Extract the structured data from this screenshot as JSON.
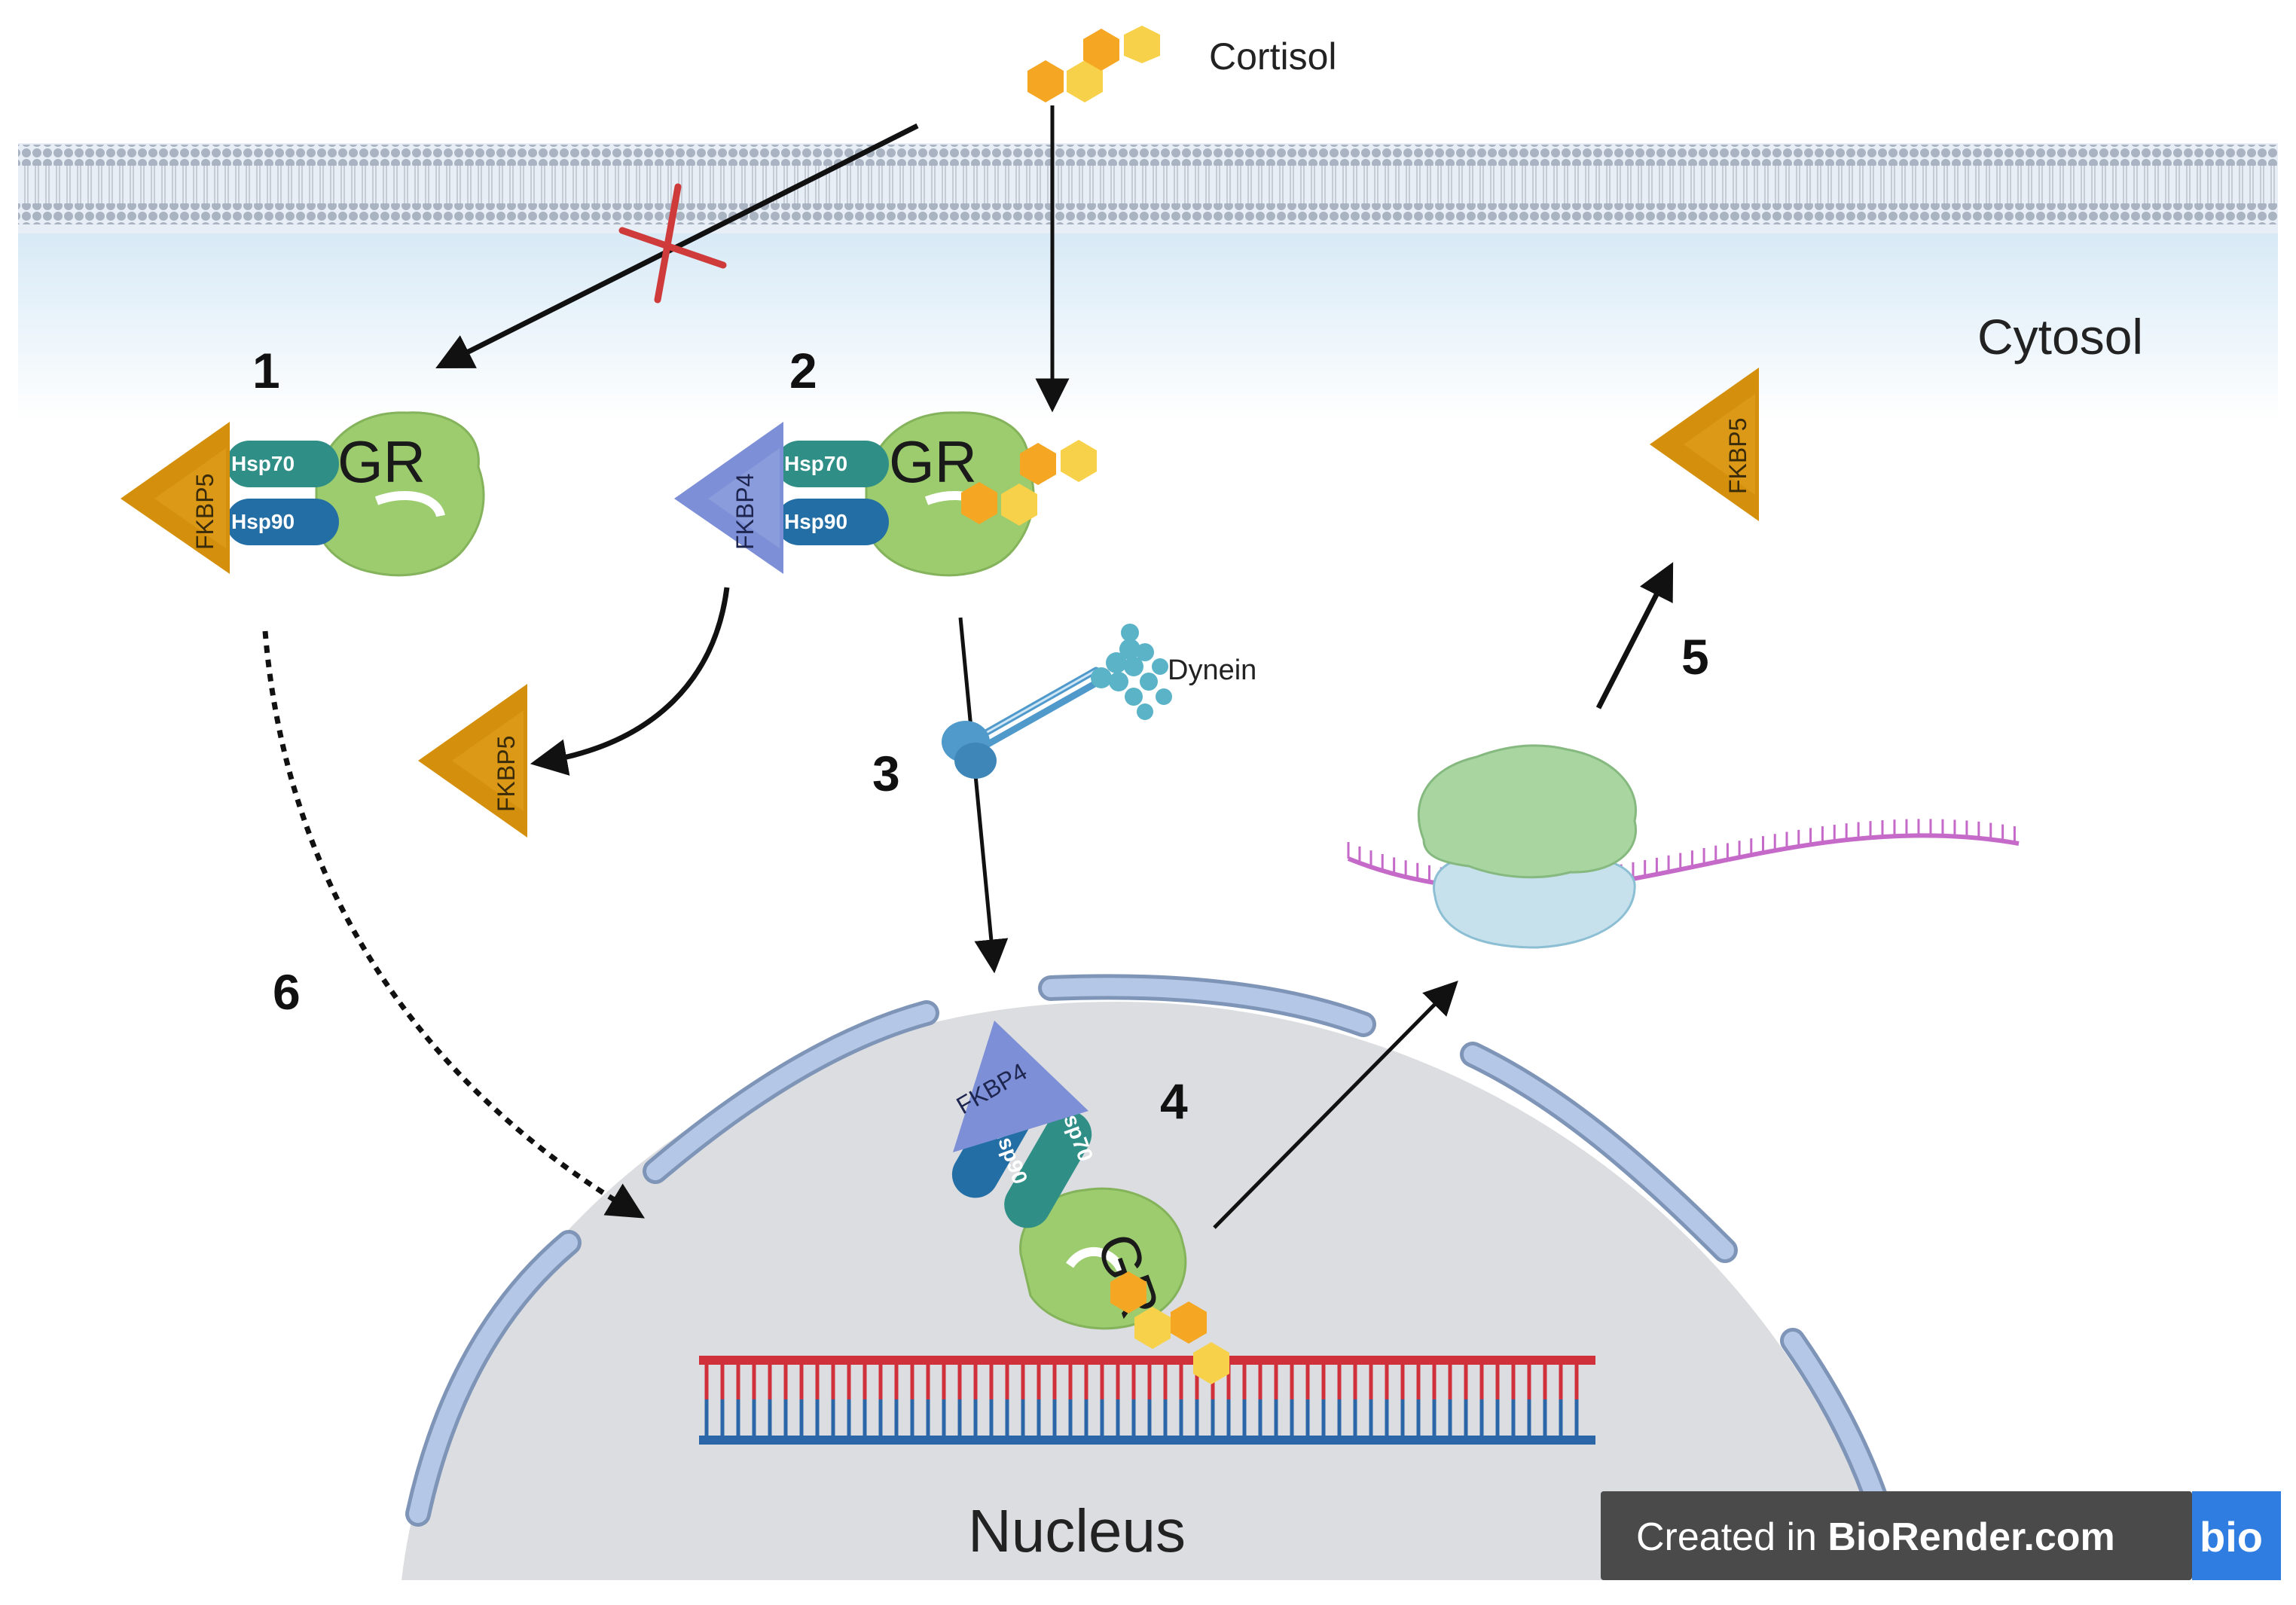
{
  "labels": {
    "cortisol": "Cortisol",
    "cytosol": "Cytosol",
    "nucleus": "Nucleus",
    "dynein": "Dynein"
  },
  "proteins": {
    "fkbp5": "FKBP5",
    "fkbp4": "FKBP4",
    "hsp70": "Hsp70",
    "hsp90": "Hsp90",
    "gr": "GR"
  },
  "steps": {
    "s1": "1",
    "s2": "2",
    "s3": "3",
    "s4": "4",
    "s5": "5",
    "s6": "6"
  },
  "watermark": {
    "prefix": "Created in ",
    "brand": "BioRender.com",
    "logo": "bio"
  },
  "colors": {
    "fkbp5": "#d4900c",
    "fkbp4": "#7d8fd6",
    "hsp70": "#2f8f87",
    "hsp90": "#236fa5",
    "gr": "#9ccc6e",
    "cortisol_orange": "#f5a623",
    "cortisol_yellow": "#f8d14a",
    "membrane": "#a9b3c4",
    "nucleus_fill": "#dcdde0",
    "nuclear_envelope": "#a9bedf",
    "dna_red": "#d0303a",
    "dna_blue": "#2a66a8",
    "mrna": "#c56ac8",
    "inhibit_x": "#cf3a3a"
  }
}
